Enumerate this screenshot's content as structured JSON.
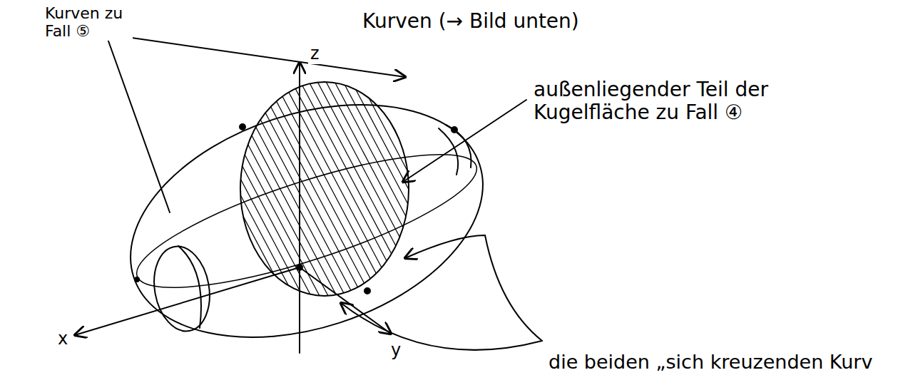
{
  "diagram": {
    "labels": [
      "Kurven zu Fall ⑤",
      "z",
      "Kurven (→ Bild unten)",
      "außenliegender Teil der Kugelfläche zu Fall ④",
      "x",
      "y",
      "die beiden „sich kreuzenden Kurv"
    ]
  }
}
